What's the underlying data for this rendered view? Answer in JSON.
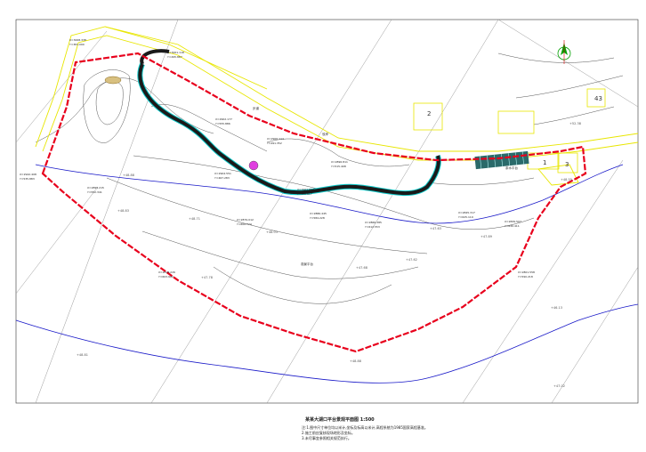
{
  "drawing": {
    "title": "某某大湖口平台景观平面图 1:500",
    "notes": [
      "注:1.图中尺寸单位均以米计,坐标及标高以米计,高程系统为1985国家高程基准。",
      "2.施工前应复核现场地形及坐标。",
      "3.未尽事宜参照相关规范执行。"
    ]
  },
  "lot_labels": [
    "2",
    "1",
    "3",
    "43"
  ],
  "elevations": [
    "+48.88",
    "+48.71",
    "+47.63",
    "+47.68",
    "+47.62",
    "+47.89",
    "+48.83",
    "+48.81",
    "+46.13",
    "+48.03",
    "+47.78",
    "+52.38",
    "+48.55",
    "+48.88",
    "+47.02"
  ],
  "coordinates": [
    {
      "x": "X=3008.338",
      "y": "Y=381.090"
    },
    {
      "x": "X=3001.118",
      "y": "Y=495.867"
    },
    {
      "x": "X=2942.408",
      "y": "Y=535.883"
    },
    {
      "x": "X=2895.215",
      "y": "Y=552.341"
    },
    {
      "x": "X=2902.177",
      "y": "Y=555.886"
    },
    {
      "x": "X=2904.551",
      "y": "Y=467.283"
    },
    {
      "x": "X=2906.114",
      "y": "Y=491.352"
    },
    {
      "x": "X=2896.811",
      "y": "Y=515.408"
    },
    {
      "x": "X=2901.663",
      "y": "Y=520.617"
    },
    {
      "x": "X=2886.445",
      "y": "Y=584.228"
    },
    {
      "x": "X=2879.012",
      "y": "Y=600.774"
    },
    {
      "x": "X=2866.385",
      "y": "Y=612.553"
    },
    {
      "x": "X=2845.317",
      "y": "Y=625.119"
    },
    {
      "x": "X=2839.507",
      "y": "Y=630.411"
    },
    {
      "x": "X=2818.226",
      "y": "Y=603.992"
    },
    {
      "x": "X=2801.558",
      "y": "Y=590.218"
    }
  ],
  "annotations": [
    "步道",
    "驳岸",
    "观景平台",
    "亲水平台"
  ],
  "colors": {
    "boundary": "#e8001c",
    "road": "#e8e600",
    "path": "#1a1a1a",
    "path_edge": "#11cccc",
    "river": "#1818c8",
    "contour": "#555555",
    "north_arrow": "#00a000"
  }
}
